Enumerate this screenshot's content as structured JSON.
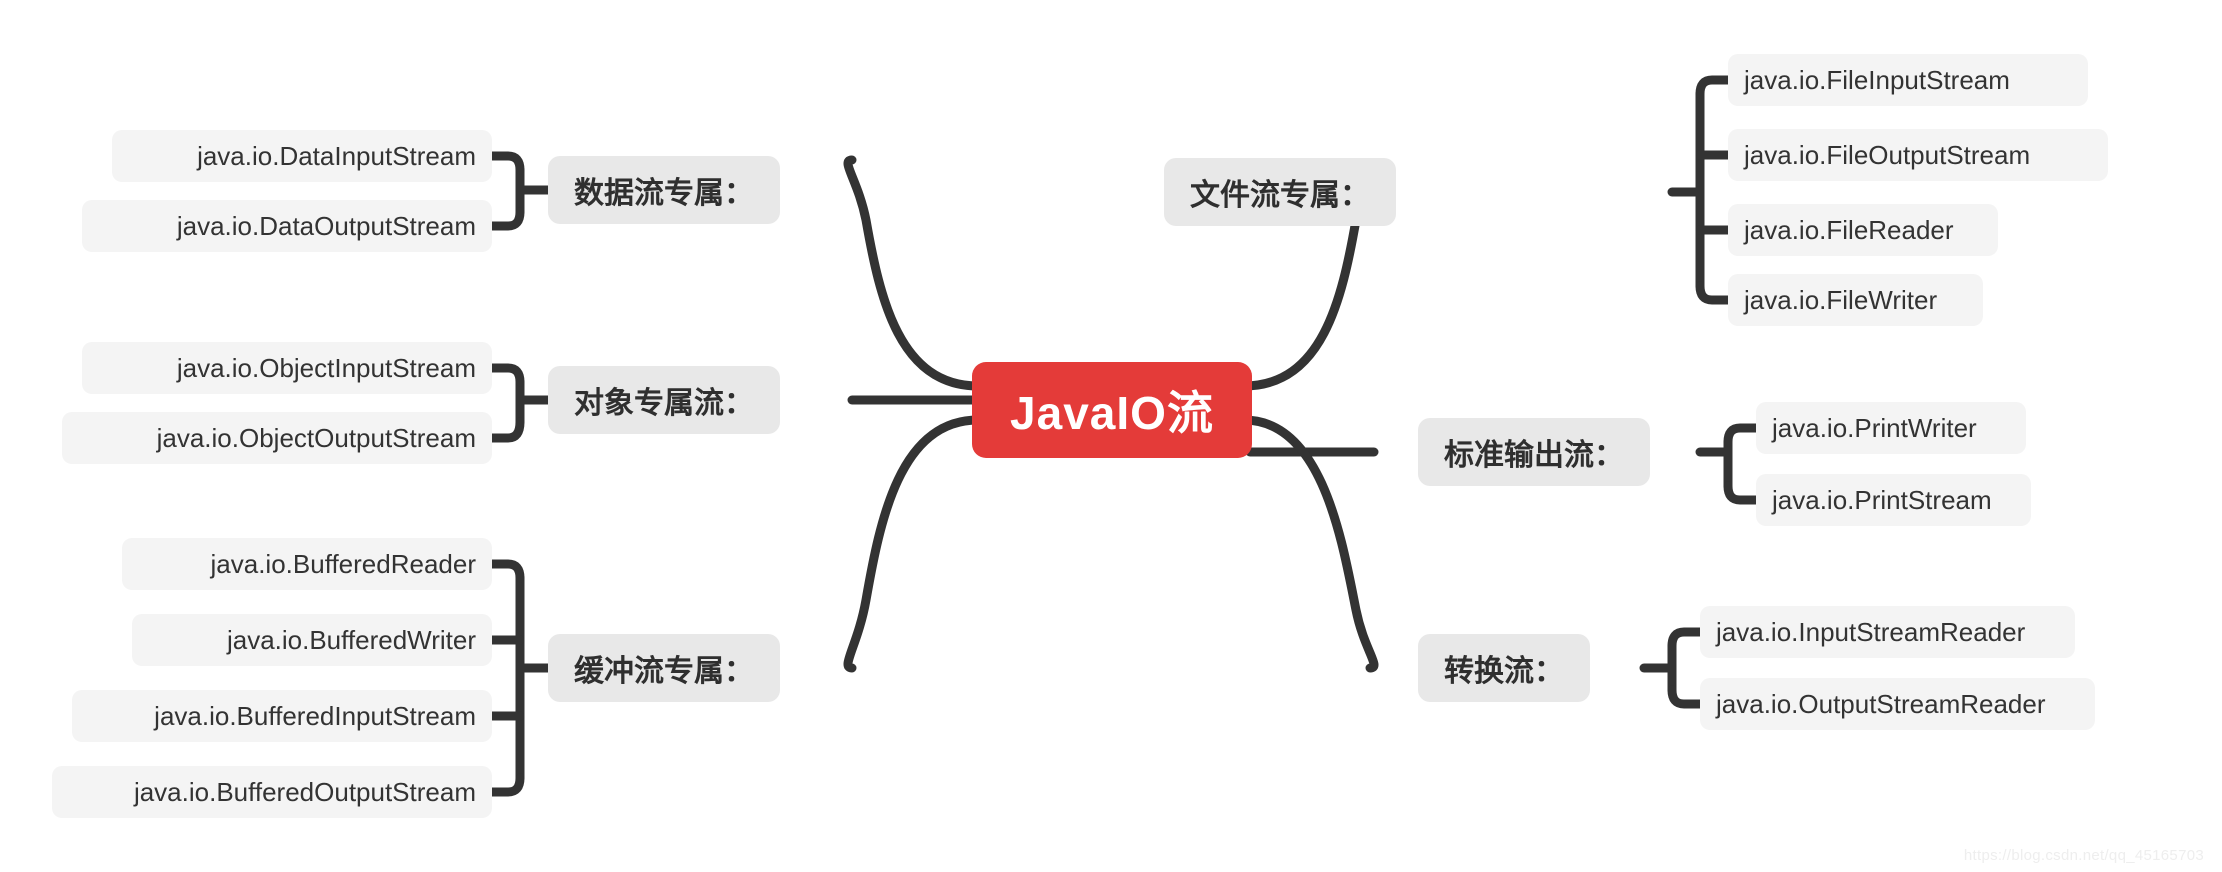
{
  "diagram": {
    "type": "mindmap",
    "root": {
      "label": "JavaIO流"
    },
    "colors": {
      "root_background": "#e43b39",
      "root_text": "#ffffff",
      "branch_background": "#e8e8e8",
      "leaf_background": "#f4f4f4",
      "connector": "#333333",
      "canvas": "#ffffff"
    },
    "branches": [
      {
        "label": "数据流专属：",
        "side": "left",
        "leaves": [
          "java.io.DataInputStream",
          "java.io.DataOutputStream"
        ]
      },
      {
        "label": "对象专属流：",
        "side": "left",
        "leaves": [
          "java.io.ObjectInputStream",
          "java.io.ObjectOutputStream"
        ]
      },
      {
        "label": "缓冲流专属：",
        "side": "left",
        "leaves": [
          "java.io.BufferedReader",
          "java.io.BufferedWriter",
          "java.io.BufferedInputStream",
          "java.io.BufferedOutputStream"
        ]
      },
      {
        "label": "文件流专属：",
        "side": "right",
        "leaves": [
          "java.io.FileInputStream",
          "java.io.FileOutputStream",
          "java.io.FileReader",
          "java.io.FileWriter"
        ]
      },
      {
        "label": "标准输出流：",
        "side": "right",
        "leaves": [
          "java.io.PrintWriter",
          "java.io.PrintStream"
        ]
      },
      {
        "label": "转换流：",
        "side": "right",
        "leaves": [
          "java.io.InputStreamReader",
          "java.io.OutputStreamReader"
        ]
      }
    ],
    "watermark": "https://blog.csdn.net/qq_45165703"
  }
}
